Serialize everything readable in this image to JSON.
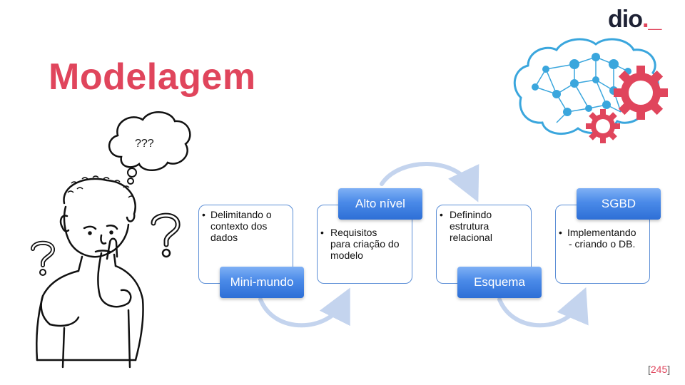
{
  "slide": {
    "title": "Modelagem",
    "logo": {
      "text": "dio",
      "accent": "._"
    },
    "thought_bubble": "???",
    "page_number": "245",
    "colors": {
      "title": "#e0455c",
      "card_border": "#5b8ed6",
      "label_blue": "#4a8ae8",
      "arrow": "#c4d4ee"
    }
  },
  "steps": [
    {
      "label": "Mini-mundo",
      "text_lines": [
        "Delimitando o",
        "contexto dos",
        "dados"
      ]
    },
    {
      "label": "Alto nível",
      "text_lines": [
        "Requisitos",
        "para criação do",
        "modelo"
      ]
    },
    {
      "label": "Esquema",
      "text_lines": [
        "Definindo",
        "estrutura",
        "relacional"
      ]
    },
    {
      "label": "SGBD",
      "text_lines": [
        "Implementando",
        "-  criando o DB."
      ]
    }
  ]
}
